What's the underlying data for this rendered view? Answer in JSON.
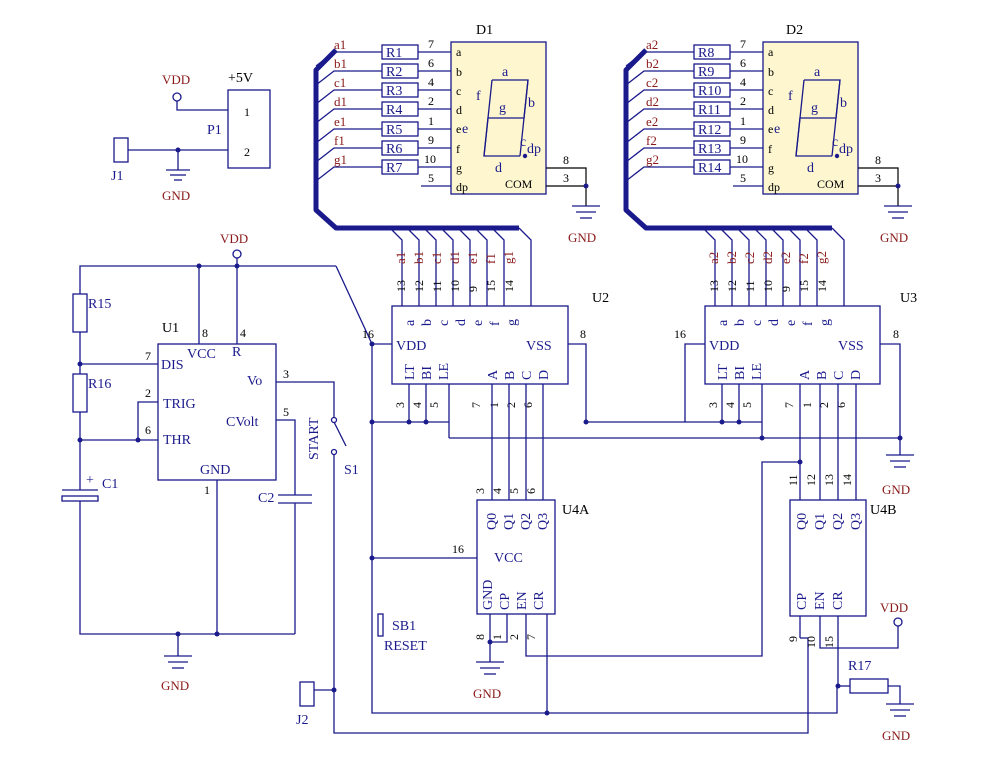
{
  "colors": {
    "wire": "#1a1a8c",
    "net_label": "#8a1a1a",
    "display_fill": "#fdf6cf"
  },
  "power": {
    "vdd": "VDD",
    "gnd": "GND",
    "p1_voltage": "+5V"
  },
  "connectors": {
    "p1": "P1",
    "p1_pin1": "1",
    "p1_pin2": "2",
    "j1": "J1",
    "j2": "J2"
  },
  "d1": {
    "ref": "D1",
    "nets": [
      "a1",
      "b1",
      "c1",
      "d1",
      "e1",
      "f1",
      "g1"
    ],
    "resistors": [
      "R1",
      "R2",
      "R3",
      "R4",
      "R5",
      "R6",
      "R7"
    ],
    "pin_nums": [
      "7",
      "6",
      "4",
      "2",
      "1",
      "9",
      "10",
      "5"
    ],
    "pin_names": [
      "a",
      "b",
      "c",
      "d",
      "e",
      "f",
      "g",
      "dp"
    ],
    "com_label": "COM",
    "com_pins": [
      "8",
      "3"
    ]
  },
  "d2": {
    "ref": "D2",
    "nets": [
      "a2",
      "b2",
      "c2",
      "d2",
      "e2",
      "f2",
      "g2"
    ],
    "resistors": [
      "R8",
      "R9",
      "R10",
      "R11",
      "R12",
      "R13",
      "R14"
    ],
    "pin_nums": [
      "7",
      "6",
      "4",
      "2",
      "1",
      "9",
      "10",
      "5"
    ],
    "pin_names": [
      "a",
      "b",
      "c",
      "d",
      "e",
      "f",
      "g",
      "dp"
    ],
    "com_label": "COM",
    "com_pins": [
      "8",
      "3"
    ]
  },
  "seg_letters": [
    "a",
    "b",
    "c",
    "d",
    "e",
    "f",
    "g",
    "dp"
  ],
  "u1": {
    "ref": "U1",
    "vcc": "VCC",
    "r": "R",
    "dis": "DIS",
    "vo": "Vo",
    "trig": "TRIG",
    "thr": "THR",
    "cvolt": "CVolt",
    "gnd": "GND",
    "pins": {
      "vcc": "8",
      "r": "4",
      "dis": "7",
      "trig": "2",
      "thr": "6",
      "vo": "3",
      "cv": "5",
      "gnd": "1"
    }
  },
  "passives": {
    "r15": "R15",
    "r16": "R16",
    "c1": "C1",
    "c2": "C2",
    "c1_plus": "+",
    "r17": "R17"
  },
  "switches": {
    "s1": "S1",
    "start": "START",
    "sb1": "SB1",
    "reset": "RESET"
  },
  "u2": {
    "ref": "U2",
    "top_pins": [
      "13",
      "12",
      "11",
      "10",
      "9",
      "15",
      "14"
    ],
    "top_nets": [
      "a1",
      "b1",
      "c1",
      "d1",
      "e1",
      "f1",
      "g1"
    ],
    "seg_names": [
      "a",
      "b",
      "c",
      "d",
      "e",
      "f",
      "g"
    ],
    "vdd": "VDD",
    "vss": "VSS",
    "lt": "LT",
    "bi": "BI",
    "le": "LE",
    "inputs": [
      "A",
      "B",
      "C",
      "D"
    ],
    "pin_vdd": "16",
    "pin_vss": "8",
    "bottom_pins": [
      "3",
      "4",
      "5",
      "7",
      "1",
      "2",
      "6"
    ]
  },
  "u3": {
    "ref": "U3",
    "top_pins": [
      "13",
      "12",
      "11",
      "10",
      "9",
      "15",
      "14"
    ],
    "top_nets": [
      "a2",
      "b2",
      "c2",
      "d2",
      "e2",
      "f2",
      "g2"
    ],
    "seg_names": [
      "a",
      "b",
      "c",
      "d",
      "e",
      "f",
      "g"
    ],
    "vdd": "VDD",
    "vss": "VSS",
    "lt": "LT",
    "bi": "BI",
    "le": "LE",
    "inputs": [
      "A",
      "B",
      "C",
      "D"
    ],
    "pin_vdd": "16",
    "pin_vss": "8",
    "bottom_pins": [
      "3",
      "4",
      "5",
      "7",
      "1",
      "2",
      "6"
    ]
  },
  "u4a": {
    "ref": "U4A",
    "vcc": "VCC",
    "pin_vcc": "16",
    "outputs": [
      "Q0",
      "Q1",
      "Q2",
      "Q3"
    ],
    "out_pins": [
      "3",
      "4",
      "5",
      "6"
    ],
    "bottom": [
      "GND",
      "CP",
      "EN",
      "CR"
    ],
    "bottom_pins": [
      "8",
      "1",
      "2",
      "7"
    ]
  },
  "u4b": {
    "ref": "U4B",
    "outputs": [
      "Q0",
      "Q1",
      "Q2",
      "Q3"
    ],
    "out_pins": [
      "11",
      "12",
      "13",
      "14"
    ],
    "bottom": [
      "CP",
      "EN",
      "CR"
    ],
    "bottom_pins": [
      "9",
      "10",
      "15"
    ]
  }
}
